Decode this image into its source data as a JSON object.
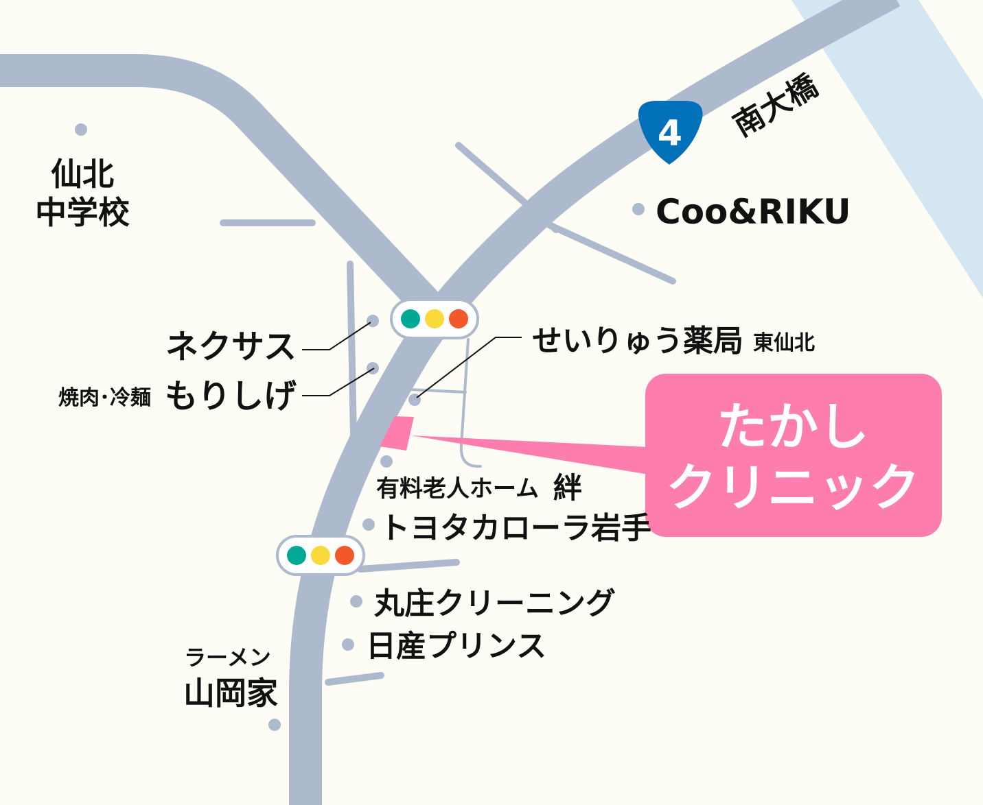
{
  "colors": {
    "background": "#fdfdf5",
    "road": "#adb9cc",
    "river": "#d3e6f1",
    "highlight": "#fd7eae",
    "route_shield": "#0070b9",
    "signal_green": "#00a896",
    "signal_yellow": "#fad93a",
    "signal_red": "#f2582a"
  },
  "route": {
    "number": "4",
    "icon": "national-route-shield-icon"
  },
  "bridge": "南大橋",
  "destination": {
    "line1": "たかし",
    "line2": "クリニック"
  },
  "landmarks": {
    "school_line1": "仙北",
    "school_line2": "中学校",
    "nexus": "ネクサス",
    "morishige_prefix": "焼肉･冷麺",
    "morishige": "もりしげ",
    "pharmacy": "せいりゅう薬局",
    "pharmacy_branch": "東仙北",
    "coo_riku": "Coo&RIKU",
    "nursing_home": "有料老人ホーム",
    "nursing_home_name": "絆",
    "toyota": "トヨタカローラ岩手",
    "cleaning": "丸庄クリーニング",
    "nissan": "日産プリンス",
    "ramen_prefix": "ラーメン",
    "ramen": "山岡家"
  },
  "traffic_signal_icon": "traffic-light-icon"
}
